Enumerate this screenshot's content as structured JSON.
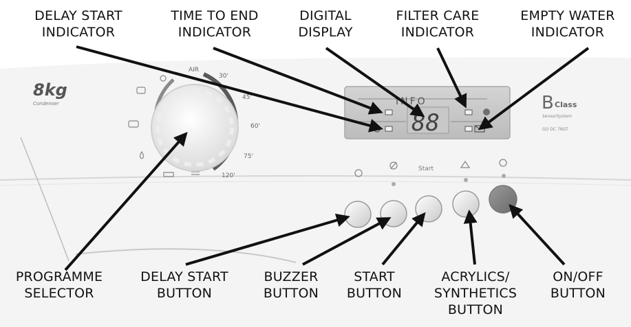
{
  "callouts": {
    "delay_start_indicator": [
      "DELAY START",
      "INDICATOR"
    ],
    "time_to_end_indicator": [
      "TIME TO END",
      "INDICATOR"
    ],
    "digital_display": [
      "DIGITAL",
      "DISPLAY"
    ],
    "filter_care_indicator": [
      "FILTER CARE",
      "INDICATOR"
    ],
    "empty_water_indicator": [
      "EMPTY WATER",
      "INDICATOR"
    ],
    "programme_selector": [
      "PROGRAMME",
      "SELECTOR"
    ],
    "delay_start_button": [
      "DELAY START",
      "BUTTON"
    ],
    "buzzer_button": [
      "BUZZER",
      "BUTTON"
    ],
    "start_button": [
      "START",
      "BUTTON"
    ],
    "acrylics_button": [
      "ACRYLICS/",
      "SYNTHETICS",
      "BUTTON"
    ],
    "onoff_button": [
      "ON/OFF",
      "BUTTON"
    ]
  },
  "panel": {
    "capacity": "8kg",
    "capacity_sub": "Condenser",
    "brand_b": "B",
    "brand_class": "Class",
    "brand_sub": "SensorSystem",
    "model": "GO DC 78GT",
    "display_label": "INFO",
    "display_digits": "88",
    "dial_labels": {
      "air": "AIR",
      "t30": "30'",
      "t45": "45'",
      "t60": "60'",
      "t75": "75'",
      "t120": "120'"
    },
    "button_labels": {
      "start": "Start"
    }
  }
}
